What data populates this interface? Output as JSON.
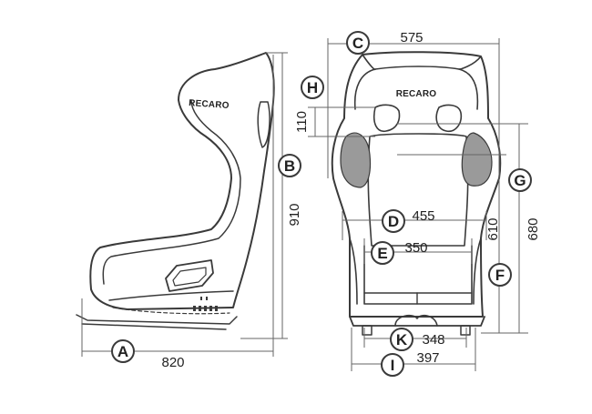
{
  "side_view": {
    "logo": "RECARO",
    "dim_length": {
      "badge": "A",
      "value": "820"
    },
    "dim_height": {
      "badge": "B",
      "value": "910"
    }
  },
  "front_view": {
    "logo": "RECARO",
    "dim_c": {
      "badge": "C",
      "value": "575"
    },
    "dim_h": {
      "badge": "H",
      "value": "110"
    },
    "dim_g": {
      "badge": "G",
      "value": "680"
    },
    "dim_d": {
      "badge": "D",
      "value": "455"
    },
    "dim_e": {
      "badge": "E",
      "value": "350"
    },
    "dim_f": {
      "badge": "F",
      "value": "610"
    },
    "dim_k": {
      "badge": "K",
      "value": "348"
    },
    "dim_i": {
      "badge": "I",
      "value": "397"
    }
  },
  "colors": {
    "line": "#3a3a3a",
    "dim": "#666666",
    "bolster": "#9a9a9a"
  }
}
